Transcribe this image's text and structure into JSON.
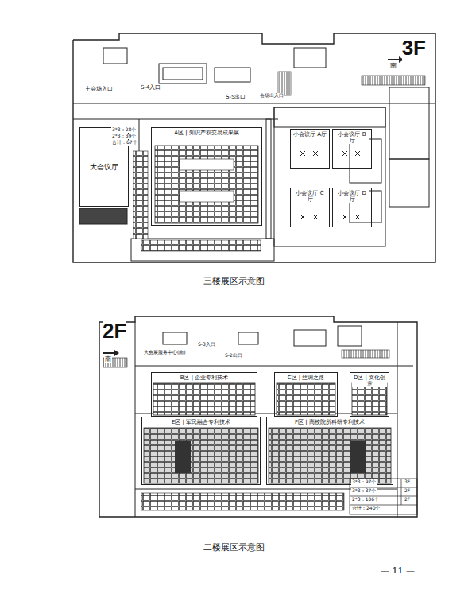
{
  "diagram": {
    "nodes": [
      {
        "text": [
          "3F"
        ]
      },
      {
        "text": [
          "大会议厅"
        ],
        "in": 0
      },
      {
        "text": [
          "A区 | 知识产权交易成果展"
        ],
        "in": 0
      },
      {
        "text": [
          "小会议厅 A厅"
        ],
        "in": 0
      },
      {
        "text": [
          "小会议厅 B厅"
        ],
        "in": 0
      },
      {
        "text": [
          "小会议厅 C厅"
        ],
        "in": 0
      },
      {
        "text": [
          "小会议厅 D厅"
        ],
        "in": 0
      },
      {
        "text": [
          "2F"
        ]
      },
      {
        "text": [
          "B区 | 企业专利技术"
        ],
        "in": 7
      },
      {
        "text": [
          "C区 | 丝绸之路"
        ],
        "in": 7
      },
      {
        "text": [
          "D区 | 文化创意"
        ],
        "in": 7
      },
      {
        "text": [
          "E区 | 军民融合专利技术"
        ],
        "in": 7
      },
      {
        "text": [
          "F区 | 高校院所科研专利技术"
        ],
        "in": 7
      }
    ],
    "labels": [
      "南",
      "主会场入口",
      "S-4入口",
      "S-5出口",
      "会场出入口",
      "3*3：28个",
      "2*3：39个",
      "合计：67个",
      "三楼展区示意图",
      "南",
      "大会展服务中心(南)",
      "S-3入口",
      "S-2出口",
      "3*3：97个",
      "3F",
      "3*3：37个",
      "2F",
      "2*3：106个",
      "2F",
      "合计：240个",
      "二楼展区示意图",
      "— 11 —"
    ]
  }
}
